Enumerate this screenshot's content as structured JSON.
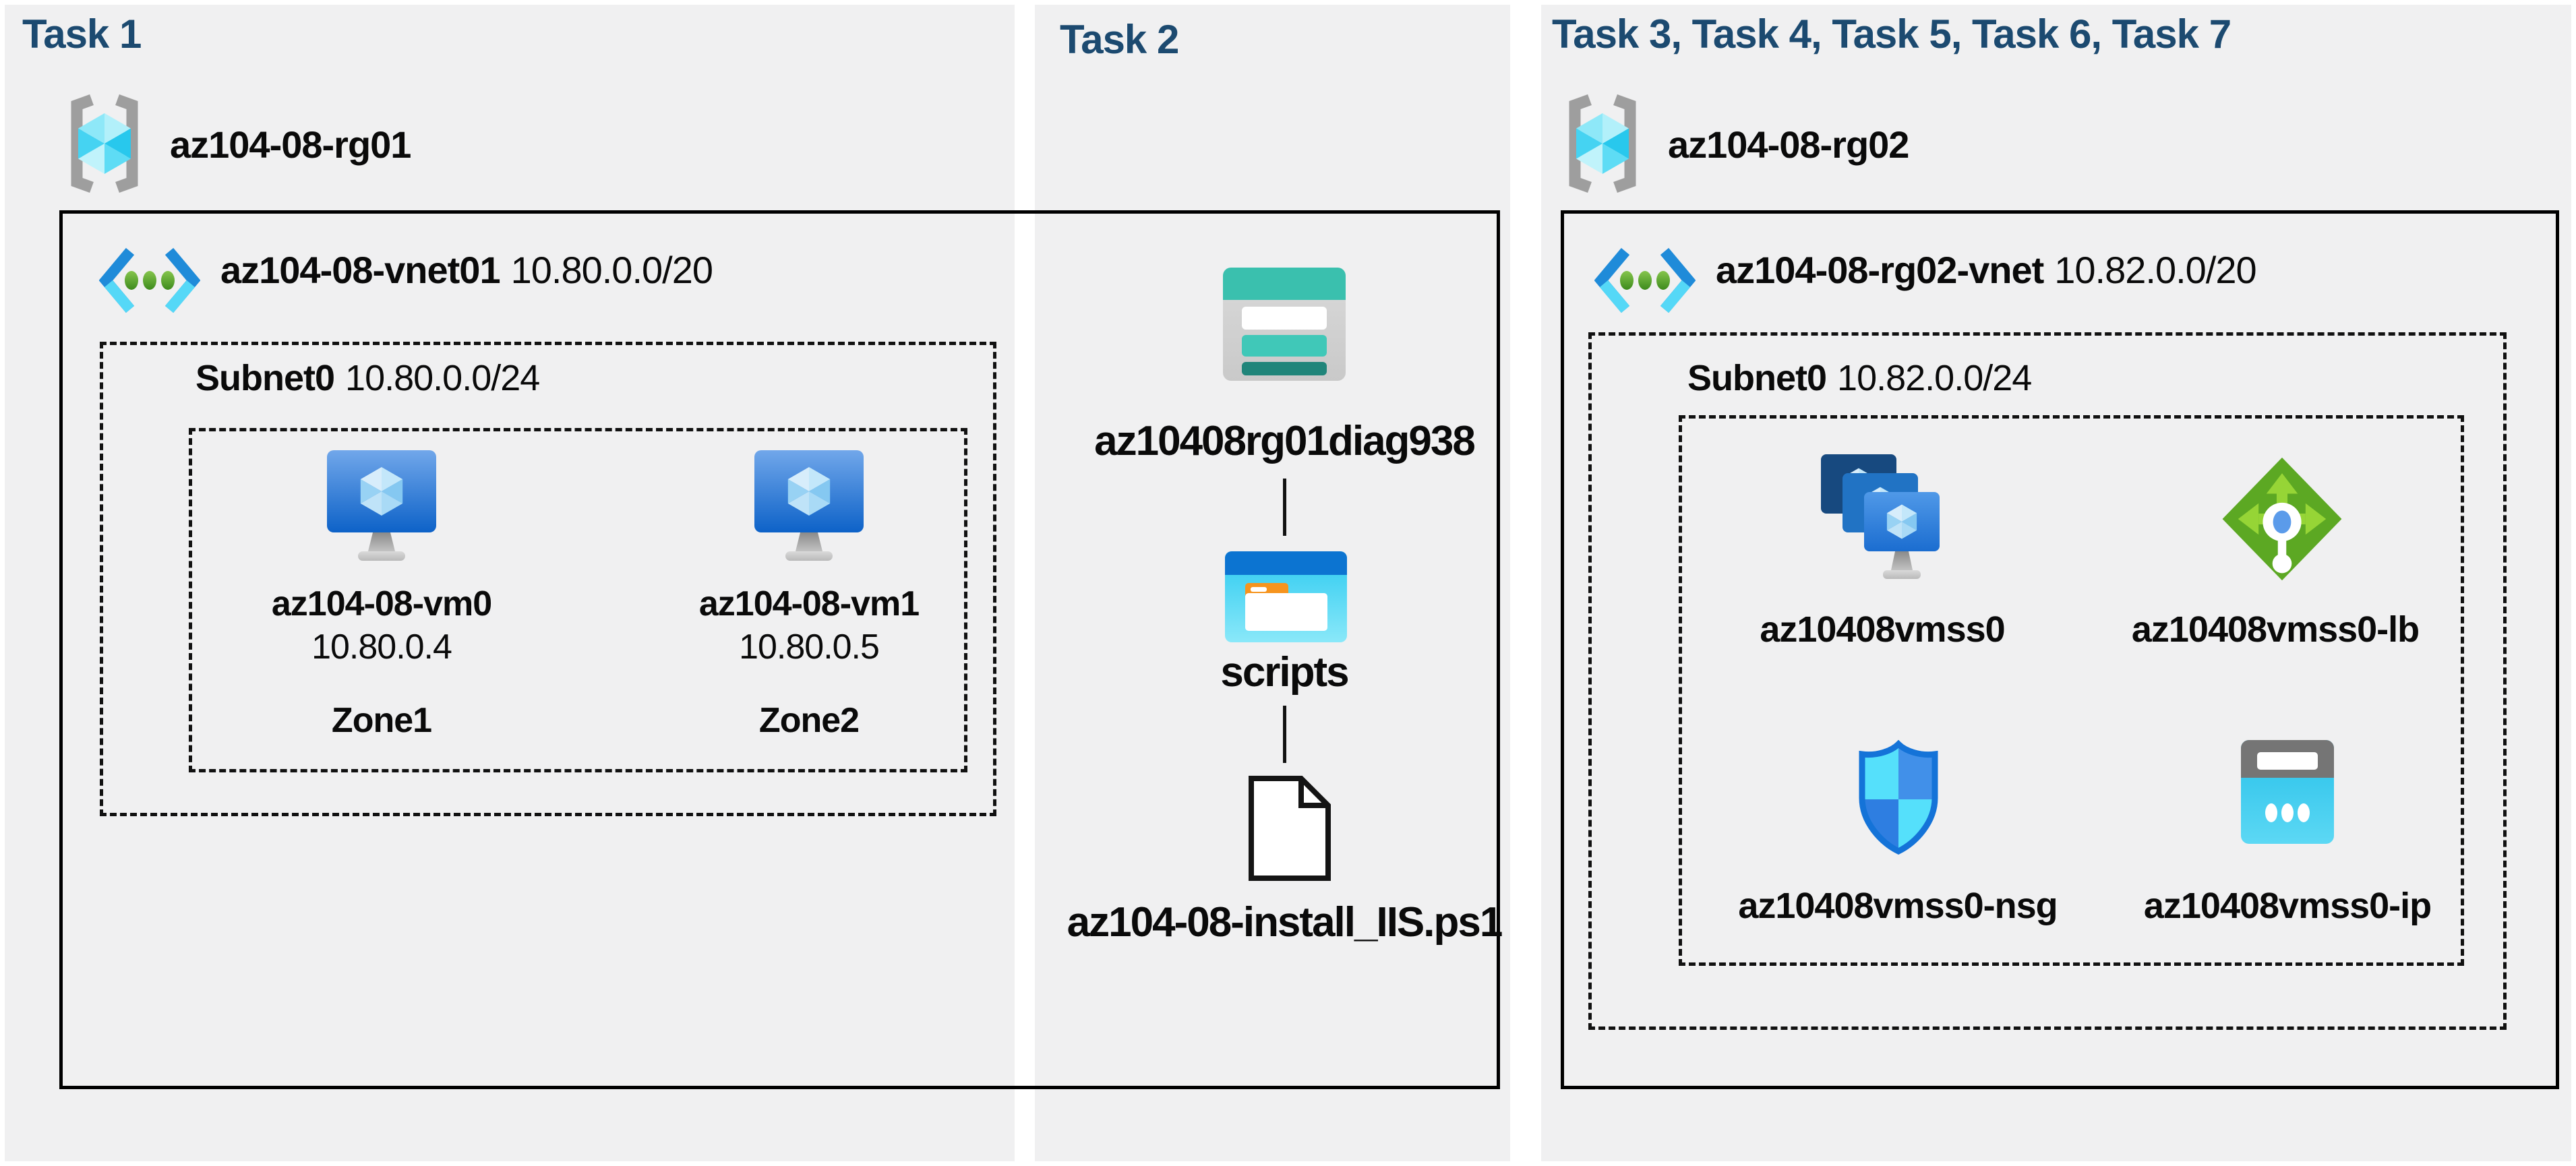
{
  "colors": {
    "heading": "#1c4a70",
    "panel_bg": "#f0f0f1",
    "vm_blue": "#0d62c8",
    "storage_teal": "#3ac0ae",
    "folder_blue": "#0c74d1",
    "lb_green": "#5ca823",
    "nsg_blue": "#1473d8",
    "ip_cyan": "#27c0e9"
  },
  "panels": {
    "task1": {
      "title": "Task 1",
      "resource_group": "az104-08-rg01",
      "resource_group_icon": "resource-group-icon",
      "vnet_name": "az104-08-vnet01",
      "vnet_cidr": "10.80.0.0/20",
      "vnet_icon": "virtual-network-icon",
      "subnet_name": "Subnet0",
      "subnet_cidr": "10.80.0.0/24",
      "vms": [
        {
          "name": "az104-08-vm0",
          "ip": "10.80.0.4",
          "zone": "Zone1",
          "icon": "virtual-machine-icon"
        },
        {
          "name": "az104-08-vm1",
          "ip": "10.80.0.5",
          "zone": "Zone2",
          "icon": "virtual-machine-icon"
        }
      ]
    },
    "task2": {
      "title": "Task 2",
      "storage_account": "az10408rg01diag938",
      "storage_icon": "storage-account-icon",
      "folder": "scripts",
      "folder_icon": "blob-container-folder-icon",
      "file": "az104-08-install_IIS.ps1",
      "file_icon": "script-file-icon"
    },
    "task3": {
      "title": "Task 3, Task 4, Task 5, Task 6, Task 7",
      "resource_group": "az104-08-rg02",
      "resource_group_icon": "resource-group-icon",
      "vnet_name": "az104-08-rg02-vnet",
      "vnet_cidr": "10.82.0.0/20",
      "vnet_icon": "virtual-network-icon",
      "subnet_name": "Subnet0",
      "subnet_cidr": "10.82.0.0/24",
      "resources": [
        {
          "name": "az10408vmss0",
          "type": "vm-scale-set",
          "icon": "vm-scale-set-icon"
        },
        {
          "name": "az10408vmss0-lb",
          "type": "load-balancer",
          "icon": "load-balancer-icon"
        },
        {
          "name": "az10408vmss0-nsg",
          "type": "network-security-group",
          "icon": "nsg-shield-icon"
        },
        {
          "name": "az10408vmss0-ip",
          "type": "public-ip-address",
          "icon": "public-ip-icon"
        }
      ]
    }
  }
}
